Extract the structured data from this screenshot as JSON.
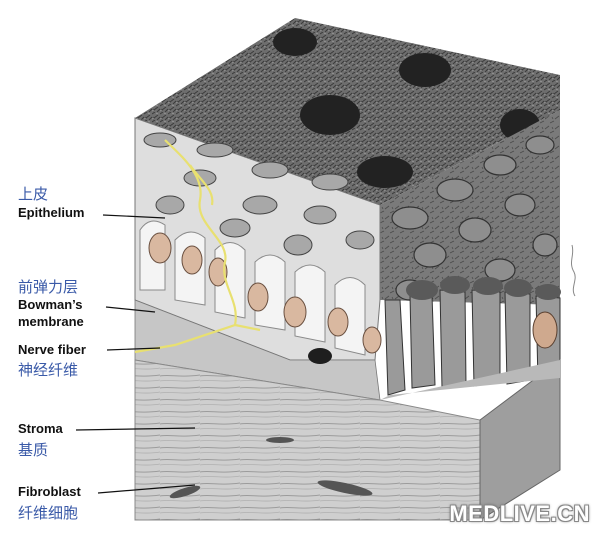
{
  "labels": {
    "epithelium_zh": "上皮",
    "epithelium_en": "Epithelium",
    "bowman_zh": "前弹力层",
    "bowman_en_1": "Bowman’s",
    "bowman_en_2": "membrane",
    "nerve_en": "Nerve fiber",
    "nerve_zh": "神经纤维",
    "stroma_en": "Stroma",
    "stroma_zh": "基质",
    "fibroblast_en": "Fibroblast",
    "fibroblast_zh": "纤维细胞"
  },
  "watermark": "MEDLIVE.CN",
  "colors": {
    "label_zh": "#3a5aa8",
    "nerve": "#e8e070",
    "tissue_dark": "#4a4a4a",
    "tissue_light": "#d8d8d8"
  }
}
